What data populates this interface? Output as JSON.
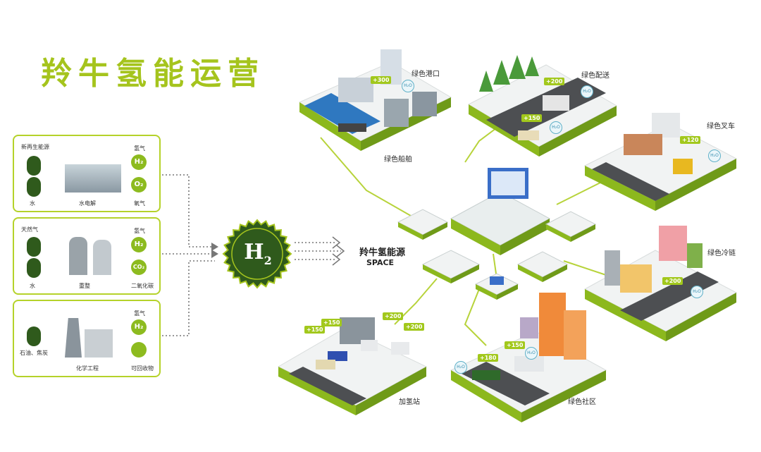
{
  "title": "羚牛氢能运营",
  "sources": [
    {
      "input_label": "新再生能源",
      "input2_label": "水",
      "process_label": "水电解",
      "out1_label": "氢气",
      "out1_symbol": "H₂",
      "out2_label": "氧气",
      "out2_symbol": "O₂"
    },
    {
      "input_label": "天然气",
      "input2_label": "水",
      "process_label": "重整",
      "out1_label": "氢气",
      "out1_symbol": "H₂",
      "out2_label": "二氧化碳",
      "out2_symbol": "CO₂"
    },
    {
      "input_label": "",
      "input2_label": "石油、焦炭",
      "process_label": "化学工程",
      "out1_label": "氢气",
      "out1_symbol": "H₂",
      "out2_label": "可回收物",
      "out2_symbol": ""
    }
  ],
  "h2_badge": {
    "main": "H",
    "sub": "2"
  },
  "hub": {
    "name": "羚牛氢能源",
    "sub": "SPACE"
  },
  "tiles": [
    {
      "label": "绿色港口",
      "badges": [
        "+300"
      ]
    },
    {
      "label": "绿色船舶",
      "badges": []
    },
    {
      "label": "绿色配送",
      "badges": [
        "+200",
        "+150"
      ]
    },
    {
      "label": "绿色叉车",
      "badges": [
        "+120"
      ]
    },
    {
      "label": "绿色冷链",
      "badges": [
        "+200"
      ]
    },
    {
      "label": "绿色社区",
      "badges": [
        "+180",
        "+150"
      ]
    },
    {
      "label": "加氢站",
      "badges": [
        "+150",
        "+150",
        "+200",
        "+200"
      ]
    }
  ],
  "h2o_symbol": "H₂O",
  "colors": {
    "accent": "#a5c41d",
    "dark_green": "#2f5a1c",
    "road": "#555555"
  }
}
